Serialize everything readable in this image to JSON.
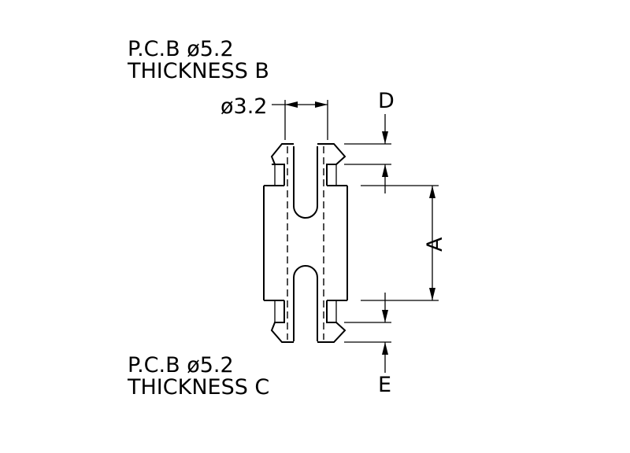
{
  "notes": {
    "top_line1": "P.C.B  ø5.2",
    "top_line2": "THICKNESS B",
    "bottom_line1": "P.C.B  ø5.2",
    "bottom_line2": "THICKNESS C"
  },
  "dimensions": {
    "slot_diameter": "ø3.2",
    "body_length": "A",
    "top_tip": "D",
    "bottom_tip": "E"
  }
}
